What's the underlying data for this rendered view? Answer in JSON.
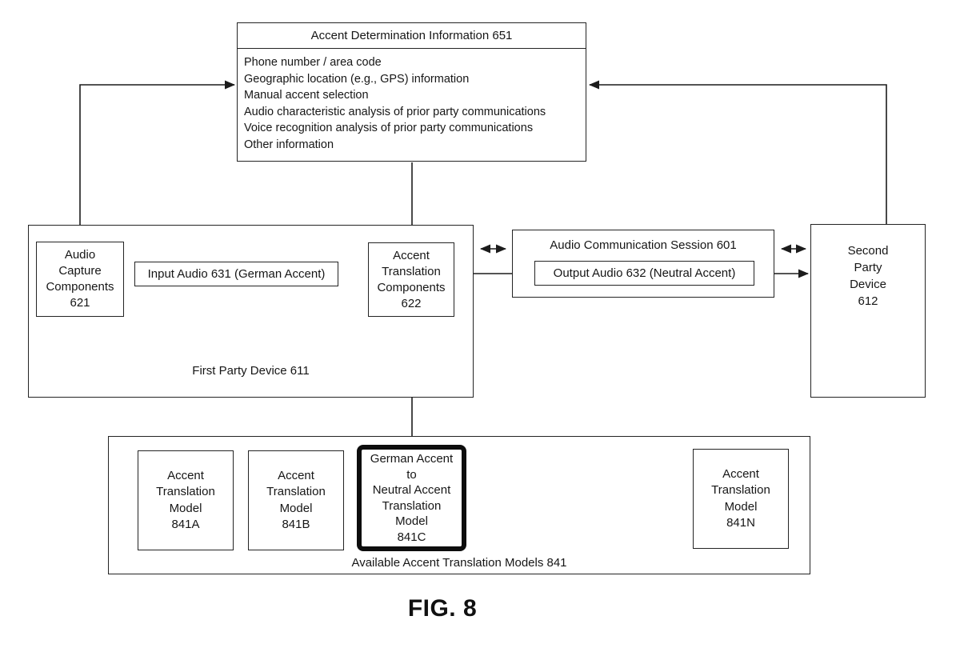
{
  "figure": {
    "caption": "FIG. 8"
  },
  "accent_determination": {
    "title": "Accent Determination Information 651",
    "items": [
      "Phone number / area code",
      "Geographic location (e.g., GPS) information",
      "Manual accent selection",
      "Audio characteristic analysis of prior party communications",
      "Voice recognition analysis of prior party communications",
      "Other information"
    ]
  },
  "first_party_device": {
    "label": "First Party Device 611",
    "audio_capture": "Audio\nCapture\nComponents\n621",
    "input_audio": "Input Audio 631 (German Accent)",
    "accent_translation": "Accent\nTranslation\nComponents\n622"
  },
  "session": {
    "title": "Audio Communication Session 601",
    "output_audio": "Output Audio 632 (Neutral Accent)"
  },
  "second_party_device": {
    "label": "Second\nParty\nDevice\n612"
  },
  "models": {
    "label": "Available Accent Translation Models 841",
    "items": [
      "Accent\nTranslation\nModel\n841A",
      "Accent\nTranslation\nModel\n841B",
      "German Accent\nto\nNeutral Accent\nTranslation\nModel\n841C",
      "Accent\nTranslation\nModel\n841N"
    ]
  },
  "colors": {
    "line": "#1c1c1c",
    "background": "#ffffff",
    "highlight_border": "#0d0d0d"
  }
}
